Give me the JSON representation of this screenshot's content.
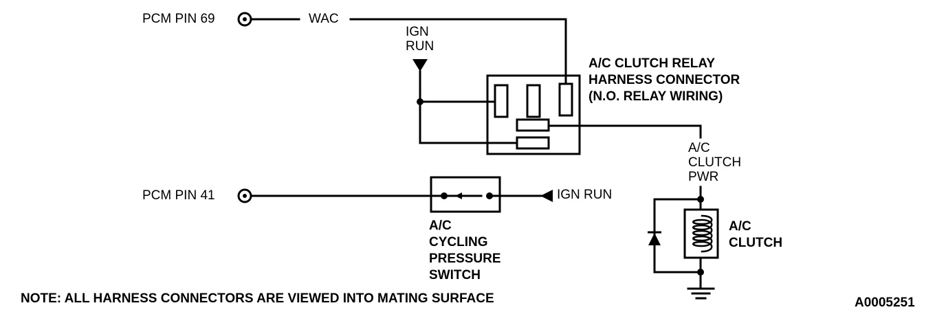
{
  "labels": {
    "pcm_pin_69": "PCM PIN 69",
    "wac": "WAC",
    "ign_run_top": "IGN\nRUN",
    "relay_title": "A/C CLUTCH RELAY\nHARNESS CONNECTOR\n(N.O. RELAY WIRING)",
    "ac_clutch_pwr": "A/C\nCLUTCH\nPWR",
    "pcm_pin_41": "PCM PIN 41",
    "ign_run_right": "IGN RUN",
    "cycling_switch": "A/C\nCYCLING\nPRESSURE\nSWITCH",
    "ac_clutch": "A/C\nCLUTCH",
    "note": "NOTE: ALL HARNESS CONNECTORS ARE VIEWED INTO MATING SURFACE",
    "figure_id": "A0005251"
  },
  "colors": {
    "ink": "#000000",
    "paper": "#ffffff"
  }
}
